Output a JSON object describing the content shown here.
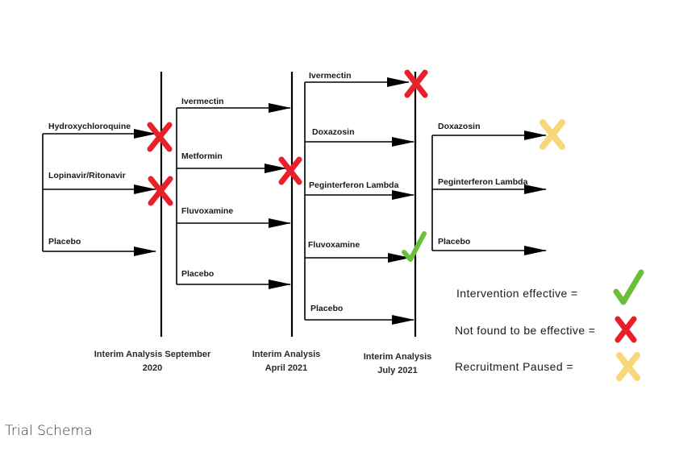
{
  "diagram": {
    "stages": [
      {
        "arms": [
          {
            "label": "Hydroxychloroquine",
            "status": "not-effective"
          },
          {
            "label": "Lopinavir/Ritonavir",
            "status": "not-effective"
          },
          {
            "label": "Placebo",
            "status": "continuing"
          }
        ]
      },
      {
        "arms": [
          {
            "label": "Ivermectin",
            "status": "continuing"
          },
          {
            "label": "Metformin",
            "status": "not-effective"
          },
          {
            "label": "Fluvoxamine",
            "status": "continuing"
          },
          {
            "label": "Placebo",
            "status": "continuing"
          }
        ]
      },
      {
        "arms": [
          {
            "label": "Ivermectin",
            "status": "not-effective"
          },
          {
            "label": "Doxazosin",
            "status": "continuing"
          },
          {
            "label": "Peginterferon Lambda",
            "status": "continuing"
          },
          {
            "label": "Fluvoxamine",
            "status": "effective"
          },
          {
            "label": "Placebo",
            "status": "continuing"
          }
        ]
      },
      {
        "arms": [
          {
            "label": "Doxazosin",
            "status": "paused"
          },
          {
            "label": "Peginterferon Lambda",
            "status": "continuing"
          },
          {
            "label": "Placebo",
            "status": "continuing"
          }
        ]
      }
    ],
    "interim_analyses": [
      {
        "line1": "Interim Analysis September",
        "line2": "2020"
      },
      {
        "line1": "Interim Analysis",
        "line2": "April 2021"
      },
      {
        "line1": "Interim Analysis",
        "line2": "July 2021"
      }
    ],
    "legend": [
      {
        "label": "Intervention effective =",
        "icon": "green-check-icon",
        "color": "#6cbf3a"
      },
      {
        "label": "Not found to be effective =",
        "icon": "red-x-icon",
        "color": "#e8202a"
      },
      {
        "label": "Recruitment Paused =",
        "icon": "yellow-x-icon",
        "color": "#f7d778"
      }
    ],
    "colors": {
      "line": "#000000",
      "effective": "#6cbf3a",
      "not_effective": "#e8202a",
      "paused": "#f7d778"
    }
  },
  "caption": "Trial Schema"
}
